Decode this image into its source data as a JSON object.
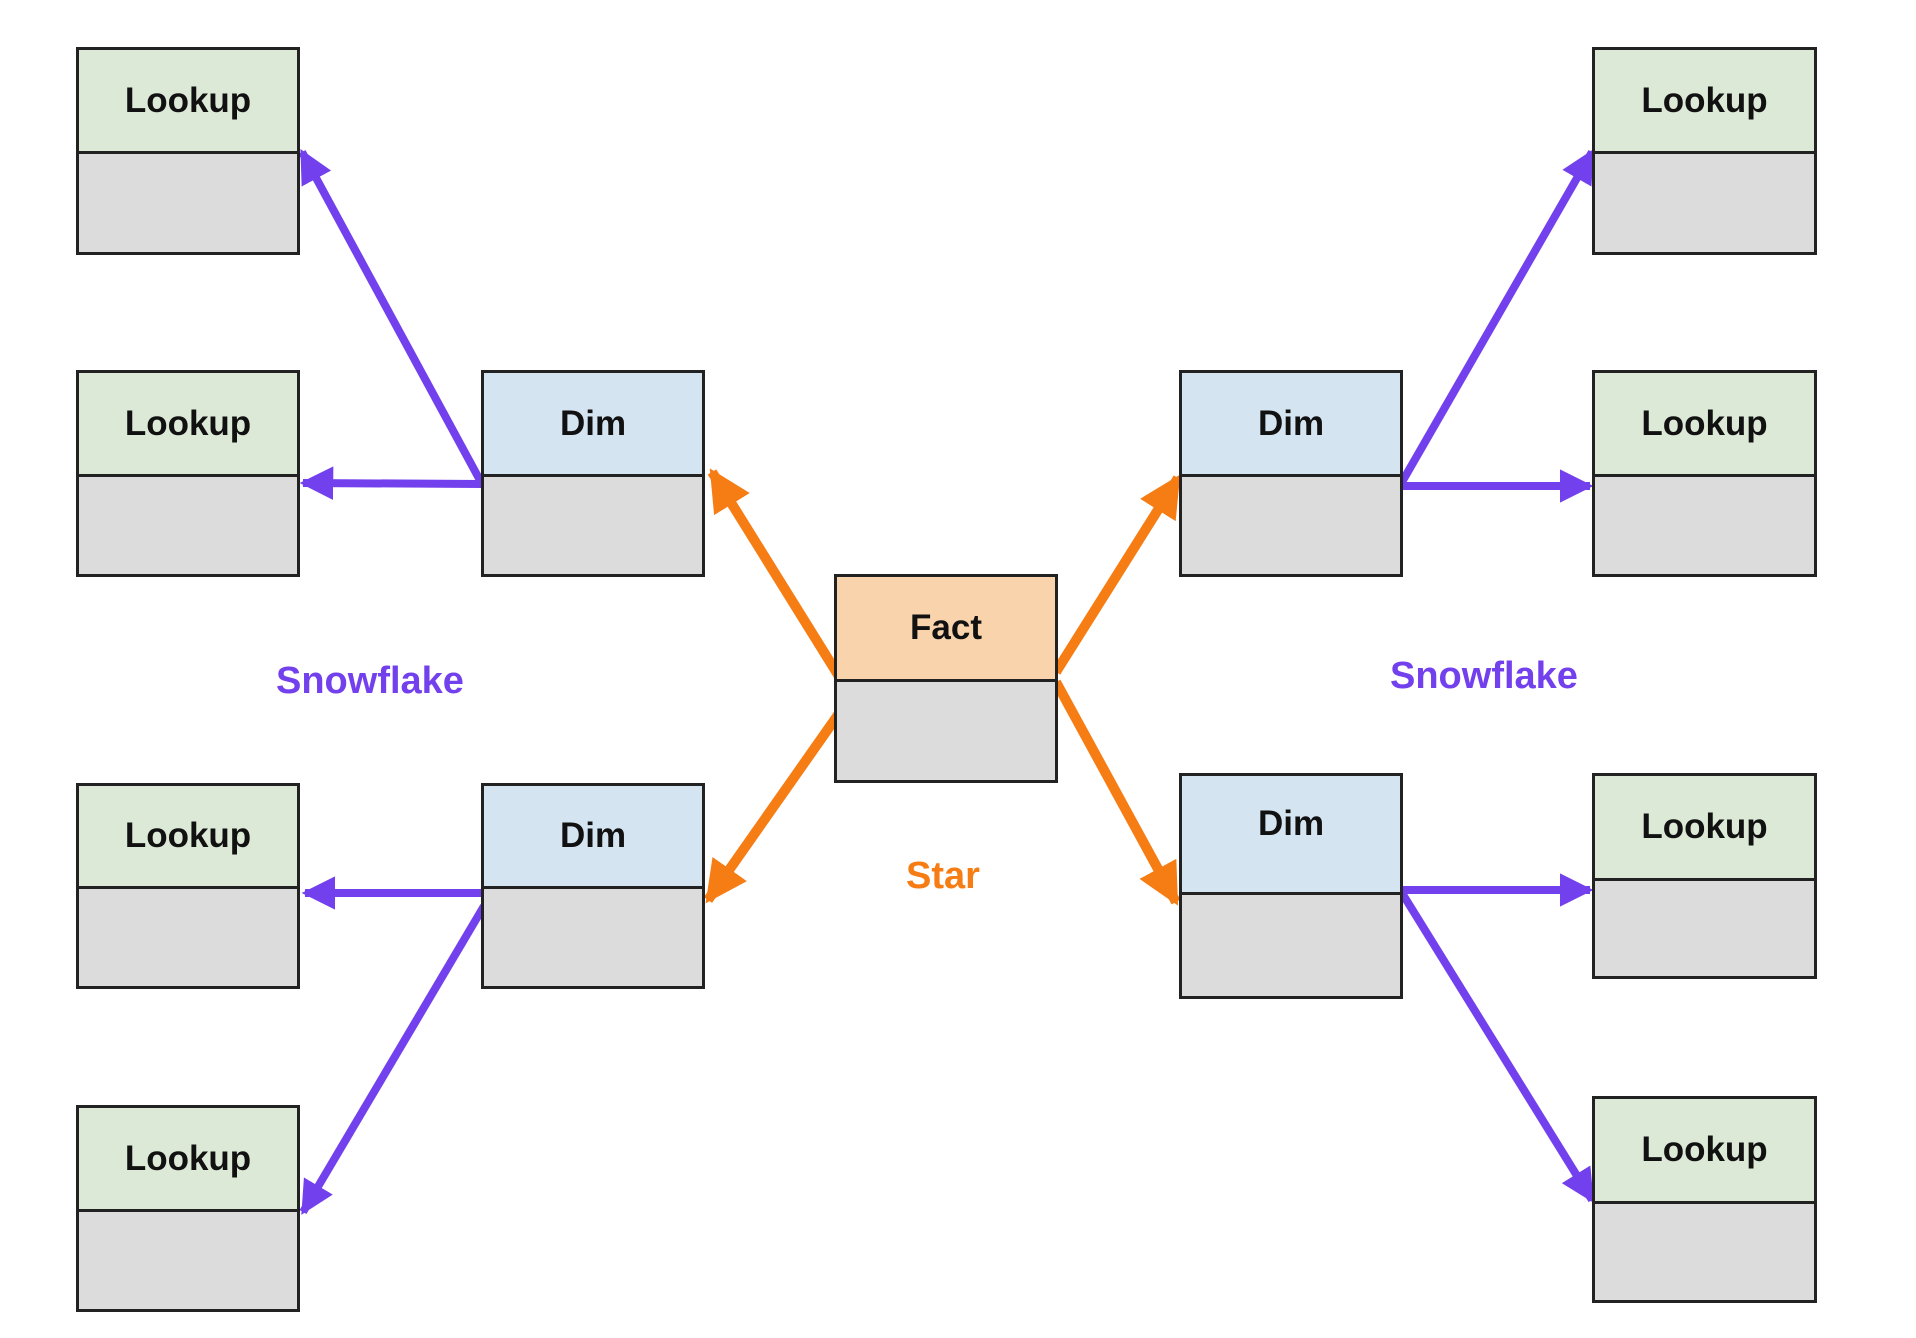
{
  "colors": {
    "snowflake": "#7340ee",
    "star": "#f67c14",
    "lookup_header": "#dce9d6",
    "dim_header": "#d4e4f1",
    "fact_header": "#f8d3ab",
    "body": "#dcdcdc"
  },
  "tables": {
    "fact": {
      "label": "Fact"
    },
    "dims": [
      {
        "label": "Dim",
        "position": "left-top"
      },
      {
        "label": "Dim",
        "position": "left-bottom"
      },
      {
        "label": "Dim",
        "position": "right-top"
      },
      {
        "label": "Dim",
        "position": "right-bottom"
      }
    ],
    "lookups": [
      {
        "label": "Lookup",
        "position": "left-1"
      },
      {
        "label": "Lookup",
        "position": "left-2"
      },
      {
        "label": "Lookup",
        "position": "left-3"
      },
      {
        "label": "Lookup",
        "position": "left-4"
      },
      {
        "label": "Lookup",
        "position": "right-1"
      },
      {
        "label": "Lookup",
        "position": "right-2"
      },
      {
        "label": "Lookup",
        "position": "right-3"
      },
      {
        "label": "Lookup",
        "position": "right-4"
      }
    ]
  },
  "labels": {
    "snowflake_left": "Snowflake",
    "snowflake_right": "Snowflake",
    "star": "Star"
  },
  "edges": [
    {
      "from": "Fact",
      "to": "Dim (left-top)",
      "group": "star"
    },
    {
      "from": "Fact",
      "to": "Dim (left-bottom)",
      "group": "star"
    },
    {
      "from": "Fact",
      "to": "Dim (right-top)",
      "group": "star"
    },
    {
      "from": "Fact",
      "to": "Dim (right-bottom)",
      "group": "star"
    },
    {
      "from": "Dim (left-top)",
      "to": "Lookup (left-1)",
      "group": "snowflake"
    },
    {
      "from": "Dim (left-top)",
      "to": "Lookup (left-2)",
      "group": "snowflake"
    },
    {
      "from": "Dim (left-bottom)",
      "to": "Lookup (left-3)",
      "group": "snowflake"
    },
    {
      "from": "Dim (left-bottom)",
      "to": "Lookup (left-4)",
      "group": "snowflake"
    },
    {
      "from": "Dim (right-top)",
      "to": "Lookup (right-1)",
      "group": "snowflake"
    },
    {
      "from": "Dim (right-top)",
      "to": "Lookup (right-2)",
      "group": "snowflake"
    },
    {
      "from": "Dim (right-bottom)",
      "to": "Lookup (right-3)",
      "group": "snowflake"
    },
    {
      "from": "Dim (right-bottom)",
      "to": "Lookup (right-4)",
      "group": "snowflake"
    }
  ]
}
